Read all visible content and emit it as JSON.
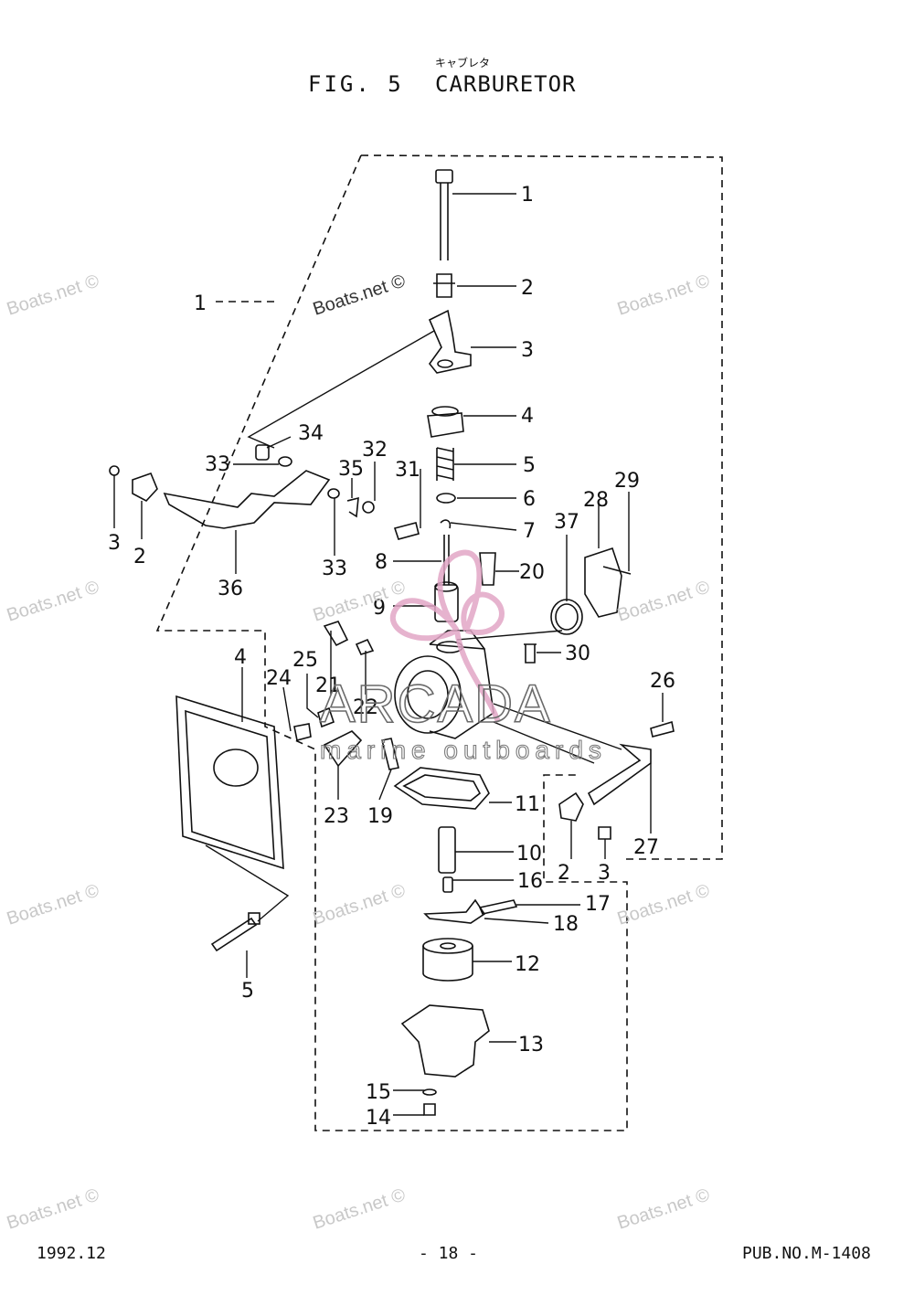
{
  "header": {
    "kana": "キャブレタ",
    "figure": "FIG.  5",
    "title": "CARBURETOR"
  },
  "footer": {
    "date": "1992.12",
    "page": "- 18 -",
    "pub": "PUB.NO.M-1408"
  },
  "watermarks": {
    "site": "Boats.net ©",
    "brand": "ARCADA",
    "tagline": "marine outboards"
  },
  "parts": [
    {
      "n": "1"
    },
    {
      "n": "2"
    },
    {
      "n": "3"
    },
    {
      "n": "4"
    },
    {
      "n": "5"
    },
    {
      "n": "6"
    },
    {
      "n": "7"
    },
    {
      "n": "8"
    },
    {
      "n": "9"
    },
    {
      "n": "10"
    },
    {
      "n": "11"
    },
    {
      "n": "12"
    },
    {
      "n": "13"
    },
    {
      "n": "14"
    },
    {
      "n": "15"
    },
    {
      "n": "16"
    },
    {
      "n": "17"
    },
    {
      "n": "18"
    },
    {
      "n": "19"
    },
    {
      "n": "20"
    },
    {
      "n": "21"
    },
    {
      "n": "22"
    },
    {
      "n": "23"
    },
    {
      "n": "24"
    },
    {
      "n": "25"
    },
    {
      "n": "26"
    },
    {
      "n": "27"
    },
    {
      "n": "28"
    },
    {
      "n": "29"
    },
    {
      "n": "30"
    },
    {
      "n": "31"
    },
    {
      "n": "32"
    },
    {
      "n": "33"
    },
    {
      "n": "34"
    },
    {
      "n": "35"
    },
    {
      "n": "36"
    },
    {
      "n": "37"
    }
  ]
}
